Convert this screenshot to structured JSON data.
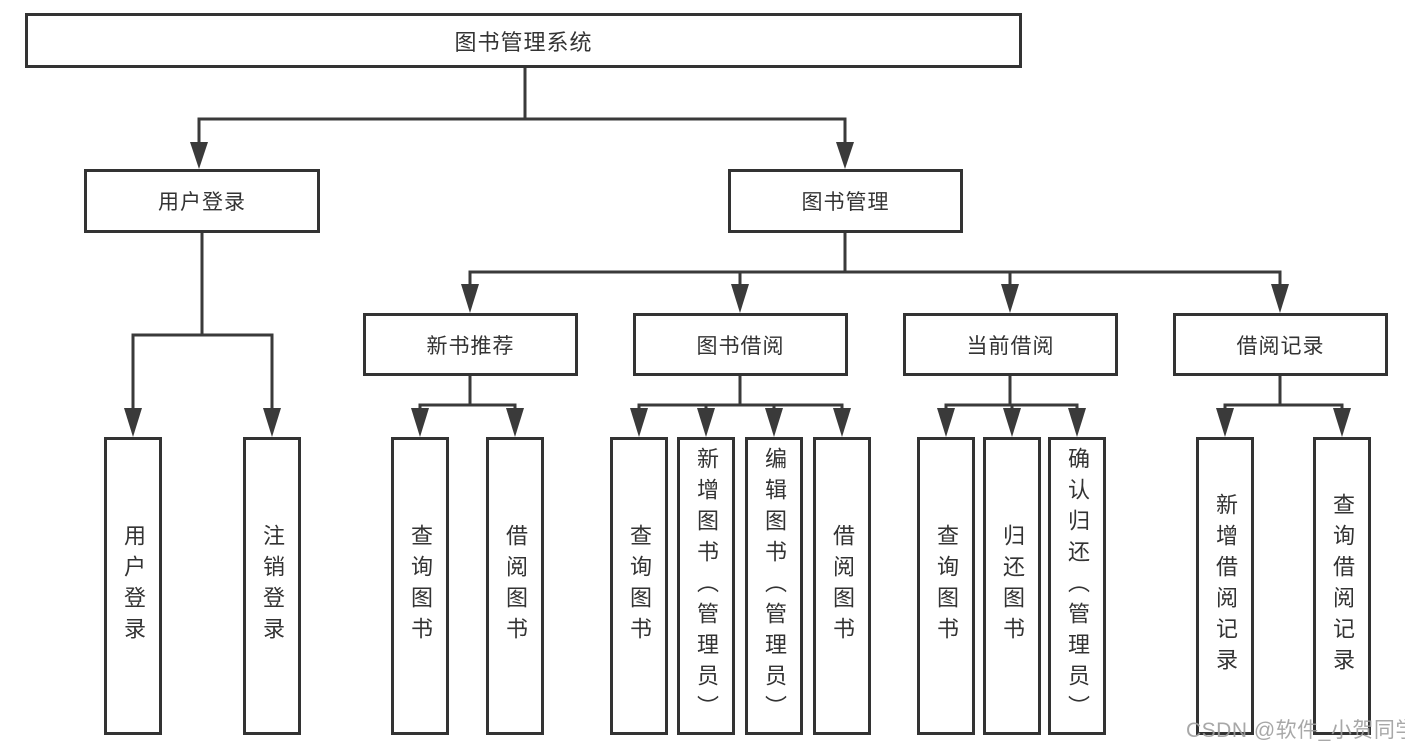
{
  "tree": {
    "root": {
      "label": "图书管理系统"
    },
    "branches": [
      {
        "label": "用户登录",
        "children": [
          {
            "label": "用户登录"
          },
          {
            "label": "注销登录"
          }
        ]
      },
      {
        "label": "图书管理",
        "children": [
          {
            "label": "新书推荐",
            "children": [
              {
                "label": "查询图书"
              },
              {
                "label": "借阅图书"
              }
            ]
          },
          {
            "label": "图书借阅",
            "children": [
              {
                "label": "查询图书"
              },
              {
                "label": "新增图书（管理员）"
              },
              {
                "label": "编辑图书（管理员）"
              },
              {
                "label": "借阅图书"
              }
            ]
          },
          {
            "label": "当前借阅",
            "children": [
              {
                "label": "查询图书"
              },
              {
                "label": "归还图书"
              },
              {
                "label": "确认归还（管理员）"
              }
            ]
          },
          {
            "label": "借阅记录",
            "children": [
              {
                "label": "新增借阅记录"
              },
              {
                "label": "查询借阅记录"
              }
            ]
          }
        ]
      }
    ]
  },
  "watermark": "CSDN @软件_小贺同学",
  "colors": {
    "line": "#3a3a3a",
    "box_border": "#333333",
    "text": "#333333",
    "watermark": "#9e9e9e",
    "background": "#ffffff"
  }
}
